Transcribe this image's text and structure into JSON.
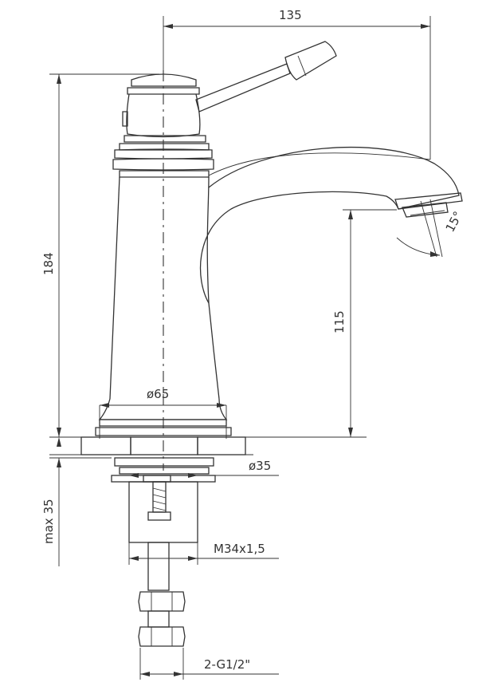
{
  "dimensions": {
    "width_top": "135",
    "height_total": "184",
    "spout_height": "115",
    "spout_angle": "15°",
    "base_diameter": "ø65",
    "shank_diameter": "ø35",
    "max_thickness": "max 35",
    "thread": "M34x1,5",
    "connection": "2-G1/2\""
  },
  "colors": {
    "line": "#333333",
    "background": "#ffffff"
  }
}
